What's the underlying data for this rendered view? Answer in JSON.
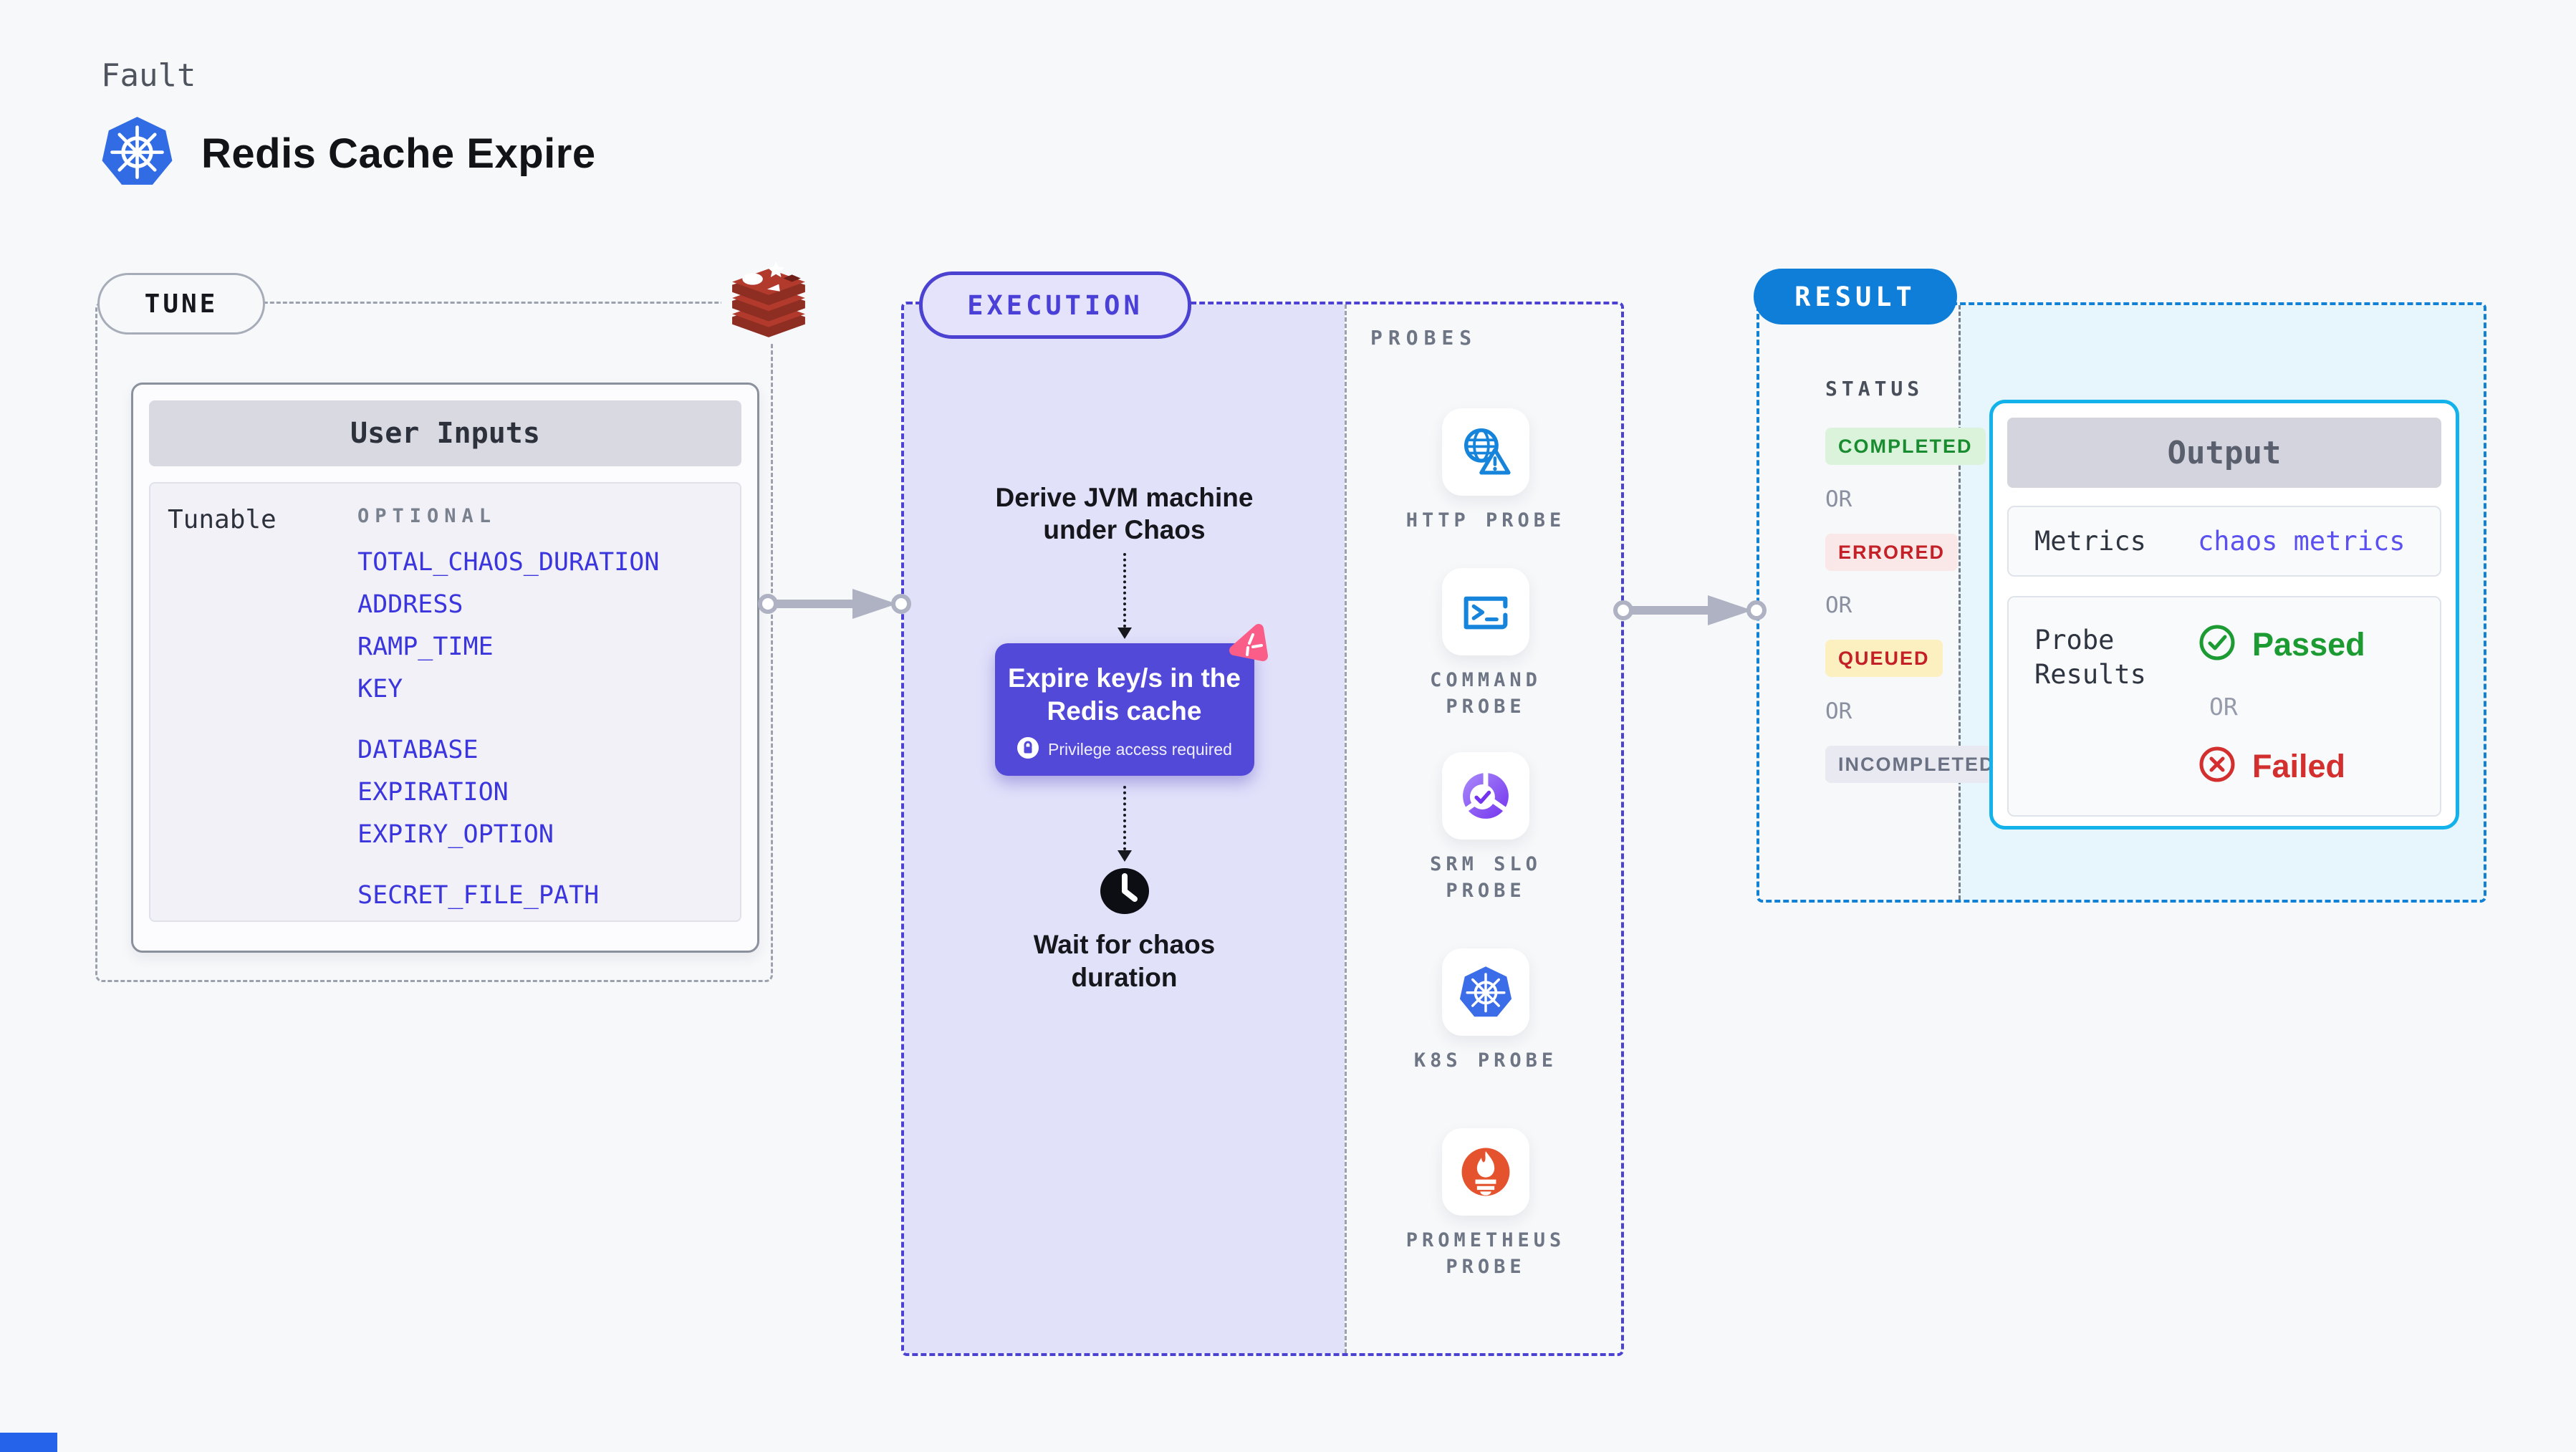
{
  "header": {
    "kicker": "Fault",
    "title": "Redis Cache Expire"
  },
  "tune": {
    "label": "TUNE",
    "user_inputs": {
      "title": "User Inputs",
      "row_label": "Tunable",
      "column_header": "OPTIONAL",
      "groups": [
        [
          "TOTAL_CHAOS_DURATION",
          "ADDRESS",
          "RAMP_TIME",
          "KEY"
        ],
        [
          "DATABASE",
          "EXPIRATION",
          "EXPIRY_OPTION"
        ],
        [
          "SECRET_FILE_PATH"
        ]
      ]
    }
  },
  "execution": {
    "label": "EXECUTION",
    "steps": {
      "derive": "Derive JVM machine under Chaos",
      "action": "Expire key/s in the Redis cache",
      "privilege": "Privilege access required",
      "wait": "Wait for chaos duration"
    },
    "probes": {
      "title": "PROBES",
      "items": [
        {
          "label": "HTTP PROBE",
          "icon": "http-probe-icon"
        },
        {
          "label": "COMMAND PROBE",
          "icon": "command-probe-icon"
        },
        {
          "label": "SRM SLO PROBE",
          "icon": "srm-slo-probe-icon"
        },
        {
          "label": "K8S PROBE",
          "icon": "k8s-probe-icon"
        },
        {
          "label": "PROMETHEUS PROBE",
          "icon": "prometheus-probe-icon"
        }
      ]
    }
  },
  "result": {
    "label": "RESULT",
    "status": {
      "title": "STATUS",
      "separator": "OR",
      "items": [
        {
          "label": "COMPLETED",
          "type": "completed"
        },
        {
          "label": "ERRORED",
          "type": "errored"
        },
        {
          "label": "QUEUED",
          "type": "queued"
        },
        {
          "label": "INCOMPLETED",
          "type": "incompleted"
        }
      ]
    },
    "output": {
      "title": "Output",
      "metrics_label": "Metrics",
      "metrics_value": "chaos metrics",
      "probe_results_label": "Probe Results",
      "passed": "Passed",
      "or": "OR",
      "failed": "Failed"
    }
  },
  "colors": {
    "background": "#f7f8fa",
    "indigo": "#4b42d2",
    "lavender_fill": "#e2e1fa",
    "action_box": "#5349d9",
    "param_link": "#3b35dd",
    "result_blue": "#0e7ed8",
    "output_border": "#14b2ea",
    "result_fill": "#e7f5fc",
    "passed_green": "#1d9b33",
    "failed_red": "#d32f2f",
    "pink_accent": "#fa5d88",
    "prometheus_orange": "#e5532e",
    "kubernetes_blue": "#326ce5",
    "redis_red": "#b13a2c"
  }
}
